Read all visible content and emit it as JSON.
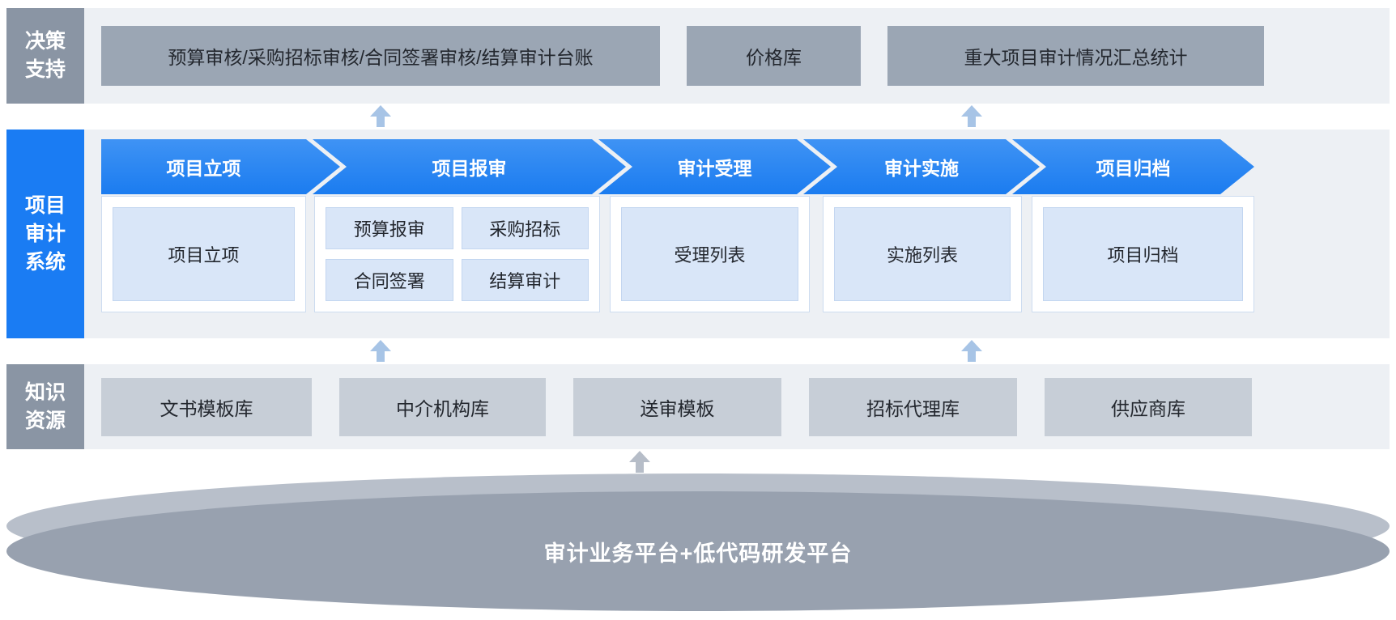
{
  "decision": {
    "label": "决策支持",
    "items": [
      "预算审核/采购招标审核/合同签署审核/结算审计台账",
      "价格库",
      "重大项目审计情况汇总统计"
    ]
  },
  "audit_system": {
    "label": "项目审计系统",
    "stages": [
      {
        "title": "项目立项",
        "items": [
          "项目立项"
        ]
      },
      {
        "title": "项目报审",
        "items": [
          "预算报审",
          "采购招标",
          "合同签署",
          "结算审计"
        ]
      },
      {
        "title": "审计受理",
        "items": [
          "受理列表"
        ]
      },
      {
        "title": "审计实施",
        "items": [
          "实施列表"
        ]
      },
      {
        "title": "项目归档",
        "items": [
          "项目归档"
        ]
      }
    ]
  },
  "knowledge": {
    "label": "知识资源",
    "items": [
      "文书模板库",
      "中介机构库",
      "送审模板",
      "招标代理库",
      "供应商库"
    ]
  },
  "platform": {
    "label": "审计业务平台+低代码研发平台"
  },
  "colors": {
    "stage_blue": "#2a85f1",
    "label_blue": "#1a7cf3",
    "label_gray": "#8a95a4",
    "decision_box_gray": "#9ba6b4",
    "knowledge_box_gray": "#c7ced7",
    "light_blue_box": "#d9e6f8",
    "band_background": "#edf0f4",
    "platform_body": "#98a1af",
    "platform_rim": "#b8bfca",
    "arrow_blue": "#a7c4e6",
    "arrow_gray": "#b6bdc8"
  }
}
